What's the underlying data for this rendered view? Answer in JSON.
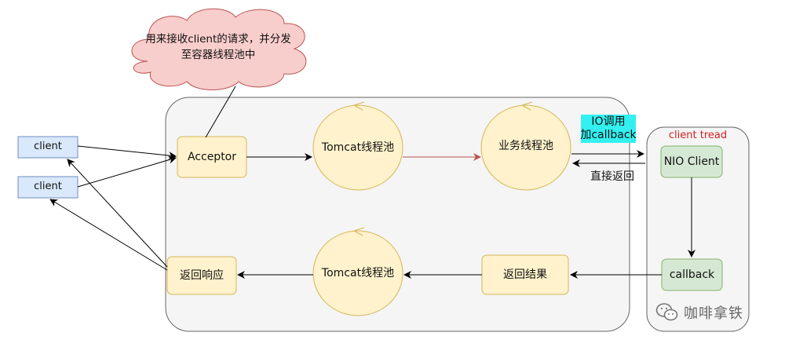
{
  "cloud": {
    "line1": "用来接收client的请求，并分发",
    "line2": "至容器线程池中"
  },
  "clients": [
    "client",
    "client"
  ],
  "nodes": {
    "acceptor": "Acceptor",
    "tomcat_pool_top": "Tomcat线程池",
    "business_pool": "业务线程池",
    "tomcat_pool_bottom": "Tomcat线程池",
    "return_result": "返回结果",
    "return_response": "返回响应"
  },
  "io_call": {
    "line1": "IO调用",
    "line2": "加callback"
  },
  "direct_return": "直接返回",
  "client_thread": {
    "title": "client tread",
    "nio_client": "NIO Client",
    "callback": "callback"
  },
  "watermark": {
    "icon": "wechat-icon",
    "text": "咖啡拿铁"
  },
  "colors": {
    "client_box": "#dae8fc",
    "client_border": "#6c8ebf",
    "yellow_box": "#fff2cc",
    "yellow_border": "#d6b656",
    "green_box": "#d5e8d4",
    "green_border": "#82b366",
    "cloud_fill": "#f8cecc",
    "cloud_border": "#b85450",
    "container_fill": "#f5f5f5",
    "container_border": "#666666",
    "highlight": "#33f0f0",
    "red_text": "#d42020",
    "red_arrow": "#b85450"
  }
}
